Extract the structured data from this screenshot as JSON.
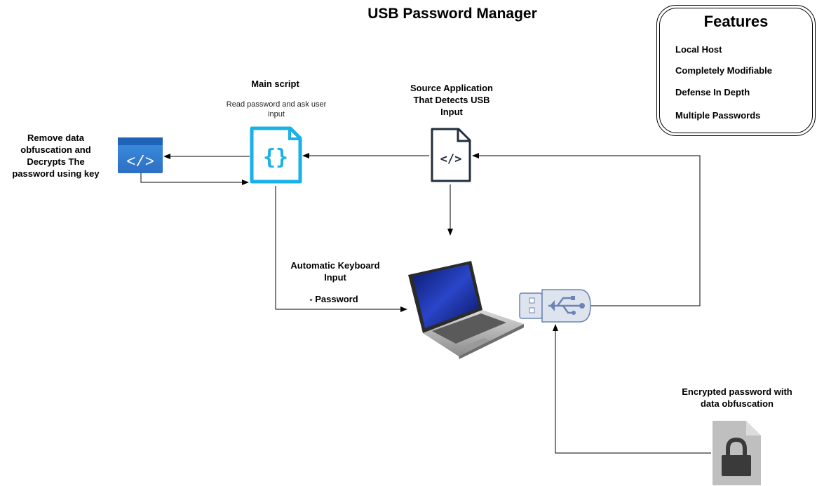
{
  "title": "USB Password Manager",
  "features": {
    "heading": "Features",
    "items": [
      "Local Host",
      "Completely Modifiable",
      "Defense In Depth",
      "Multiple Passwords"
    ]
  },
  "nodes": {
    "main_script": {
      "label": "Main script",
      "sublabel": "Read password and ask user input",
      "icon": "curly-braces-file-icon"
    },
    "source_app": {
      "label": "Source Application That Detects USB Input",
      "icon": "code-file-icon"
    },
    "decrypt": {
      "label": "Remove data obfuscation and Decrypts The password using key",
      "icon": "code-window-icon"
    },
    "keyboard": {
      "label": "Automatic Keyboard Input",
      "detail": "- Password"
    },
    "laptop": {
      "icon": "laptop-icon"
    },
    "usb": {
      "icon": "usb-drive-icon"
    },
    "encrypted": {
      "label": "Encrypted password with data obfuscation",
      "icon": "locked-file-icon"
    }
  },
  "colors": {
    "script_blue": "#1ab0e8",
    "code_blue": "#2b88d8",
    "usb_fill": "#dde4ee",
    "usb_stroke": "#6c84b4",
    "lock_gray": "#bfbfbf",
    "lock_dark": "#3a3a3a"
  }
}
